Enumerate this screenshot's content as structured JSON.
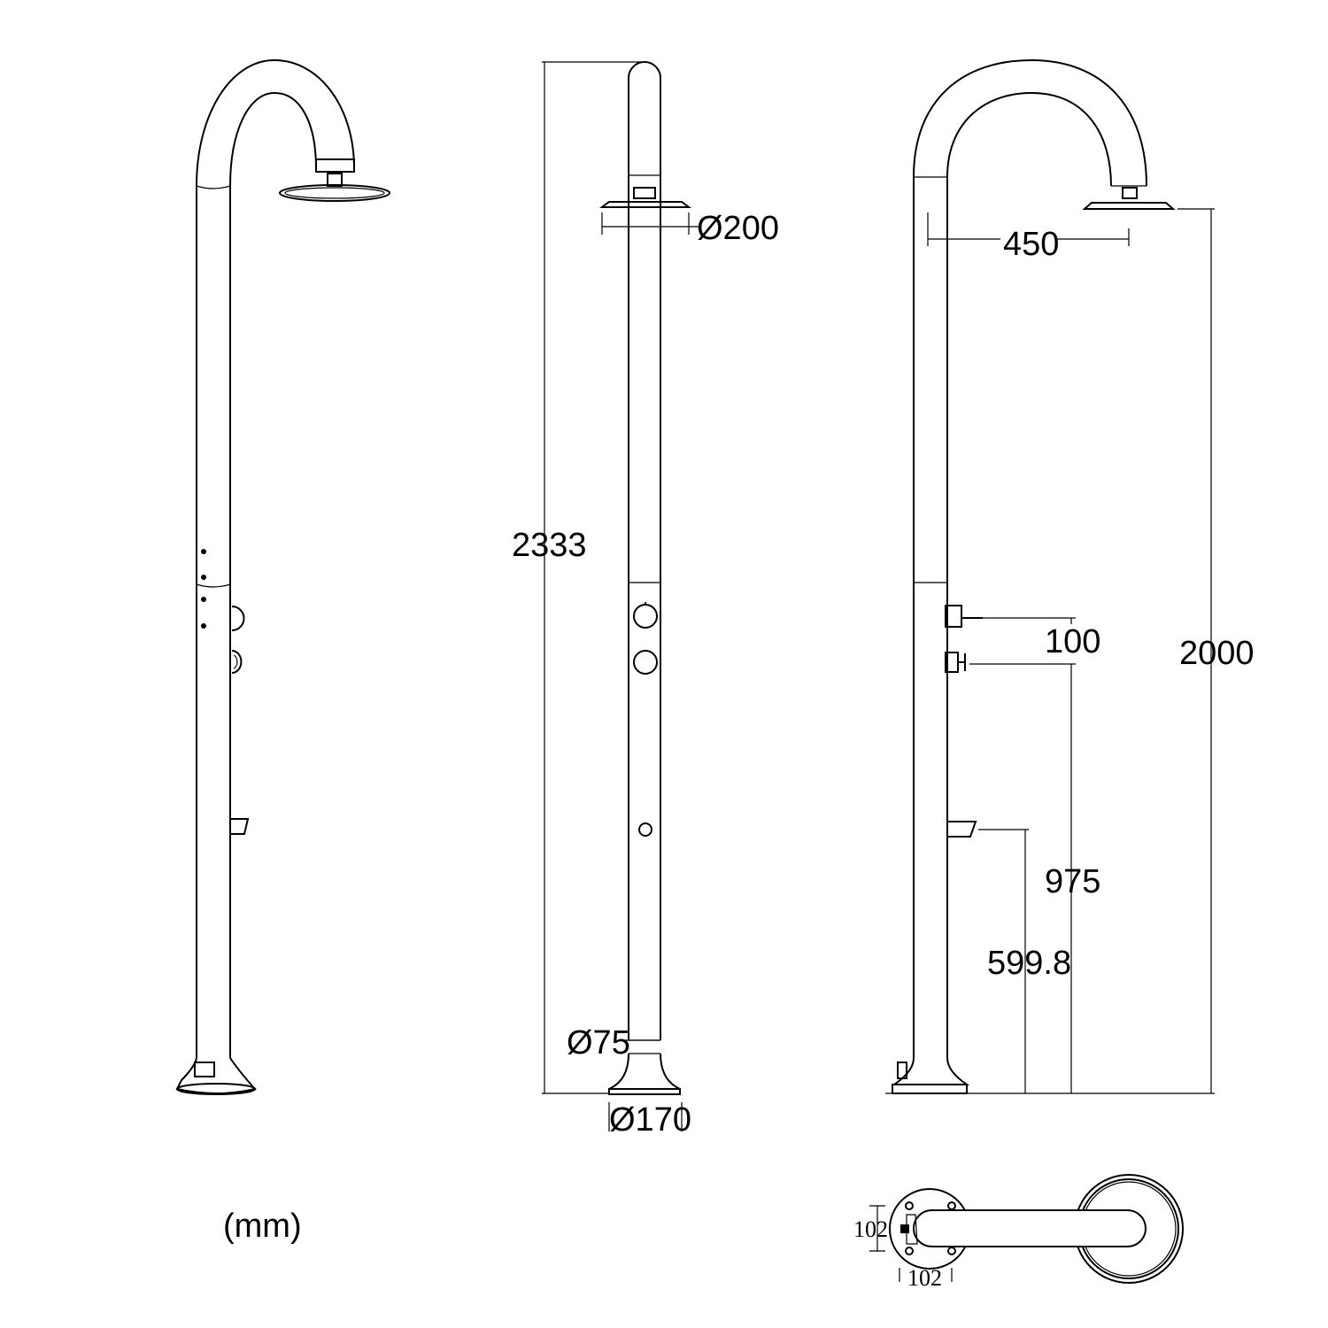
{
  "unit_label": "(mm)",
  "side_view": {
    "head_diameter": "Ø200",
    "total_height": "2333",
    "pole_diameter": "Ø75",
    "base_diameter": "Ø170"
  },
  "front_view": {
    "arm_reach": "450",
    "valve_spacing": "100",
    "head_height": "2000",
    "valve_height": "975",
    "foot_tap_height": "599.8"
  },
  "top_view": {
    "base_depth": "102",
    "base_width": "102"
  },
  "colors": {
    "line": "#000000",
    "background": "#ffffff"
  }
}
